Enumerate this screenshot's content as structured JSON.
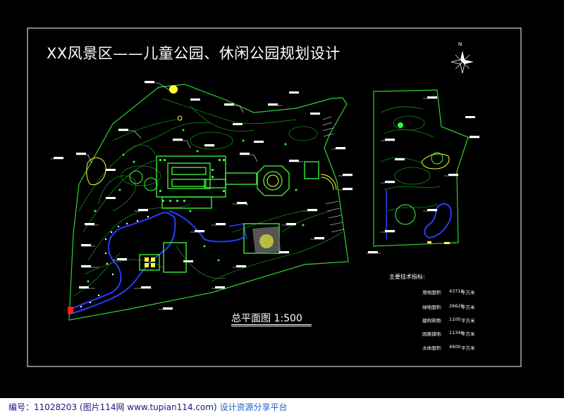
{
  "drawing": {
    "title": "XX风景区——儿童公园、休闲公园规划设计",
    "scale_label": "总平面图   1:500",
    "compass_label": "N"
  },
  "indicators": {
    "title": "主要技术指标:",
    "rows": [
      {
        "label": "用地面积:",
        "value": "43710",
        "unit": "平方米"
      },
      {
        "label": "绿地面积:",
        "value": "26620",
        "unit": "平方米"
      },
      {
        "label": "建构筑物:",
        "value": "1100",
        "unit": "平方米"
      },
      {
        "label": "园路铺地:",
        "value": "11340",
        "unit": "平方米"
      },
      {
        "label": "水体面积:",
        "value": "4600",
        "unit": "平方米"
      }
    ]
  },
  "footer": {
    "id_text": "编号：11028203 (图片114网 www.tupian114.com)",
    "link_text": "设计资源分享平台"
  },
  "colors": {
    "background": "#000000",
    "frame": "#ffffff",
    "contour": "#1fa81f",
    "path": "#3cff3c",
    "water": "#2233dd",
    "leader": "#ffffff"
  }
}
